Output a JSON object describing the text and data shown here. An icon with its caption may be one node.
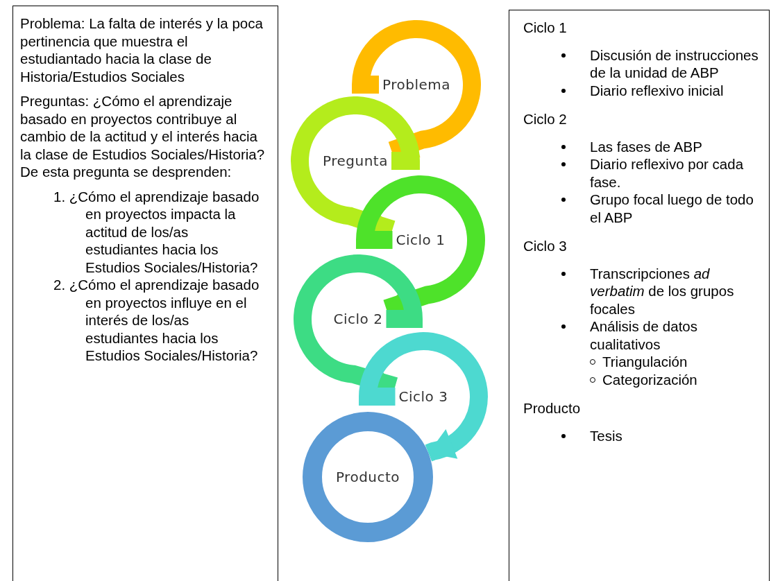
{
  "diagram": {
    "nodes": [
      {
        "text": [
          "Problema: La falta de interés y la poca pertinencia que muestra el estudiantado hacia la clase de Historia/Estudios Sociales",
          "Preguntas: ¿Cómo el aprendizaje basado en proyectos contribuye al cambio de la actitud y el interés hacia la clase de Estudios Sociales/Historia? De esta pregunta se desprenden:",
          "1. ¿Cómo el aprendizaje basado en proyectos impacta la actitud de los/as estudiantes hacia los Estudios Sociales/Historia?",
          "2. ¿Cómo el aprendizaje basado en proyectos influye en el interés de los/as estudiantes hacia los Estudios Sociales/Historia?"
        ]
      },
      {
        "text": [
          "Problema"
        ]
      },
      {
        "text": [
          "Pregunta"
        ]
      },
      {
        "text": [
          "Ciclo 1"
        ]
      },
      {
        "text": [
          "Ciclo 2"
        ]
      },
      {
        "text": [
          "Ciclo 3"
        ]
      },
      {
        "text": [
          "Producto"
        ]
      },
      {
        "text": [
          "Ciclo 1",
          "Discusión de instrucciones de la unidad de ABP",
          "Diario reflexivo inicial",
          "Ciclo 2",
          "Las fases de ABP",
          "Diario reflexivo por cada fase.",
          "Grupo focal luego de todo el ABP",
          "Ciclo 3",
          "Transcripciones *ad verbatim* de los grupos focales",
          "Análisis de datos cualitativos",
          "Triangulación",
          "Categorización",
          "Producto",
          "Tesis"
        ]
      }
    ],
    "edges": [
      {
        "from": 1,
        "to": 2,
        "arrow": "to",
        "color": "#ffbb00"
      },
      {
        "from": 2,
        "to": 3,
        "arrow": "to",
        "color": "#b4ec1c"
      },
      {
        "from": 3,
        "to": 4,
        "arrow": "to",
        "color": "#4ee22a"
      },
      {
        "from": 4,
        "to": 5,
        "arrow": "to",
        "color": "#3ddc84"
      },
      {
        "from": 5,
        "to": 6,
        "arrow": "to",
        "color": "#4dd9d0"
      }
    ]
  }
}
